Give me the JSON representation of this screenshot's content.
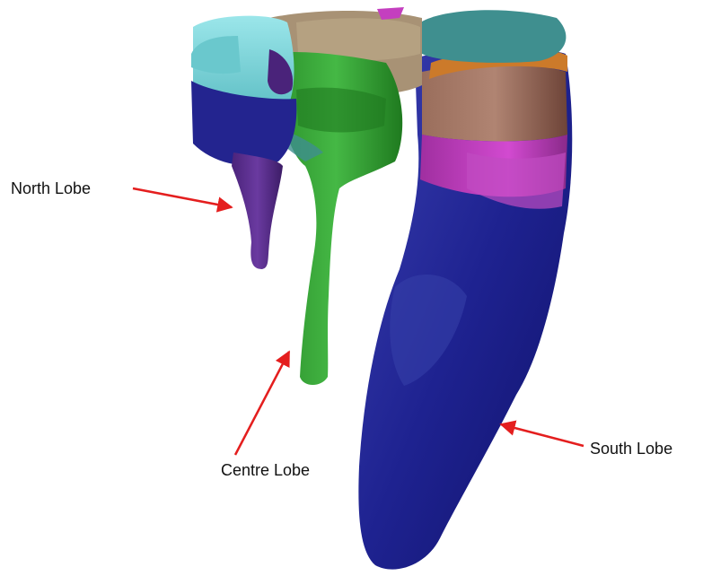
{
  "labels": {
    "north": "North Lobe",
    "centre": "Centre Lobe",
    "south": "South Lobe"
  },
  "colors": {
    "arrow": "#e41e1e",
    "navy": "#1b1f86",
    "green": "#2f9a2f",
    "cyan": "#7fd6da",
    "tan": "#a89275",
    "teal": "#3f8f8f",
    "brown": "#8a5a4a",
    "magenta": "#c43fbf",
    "purple": "#5a2f8f",
    "orange": "#cc7a2a"
  }
}
